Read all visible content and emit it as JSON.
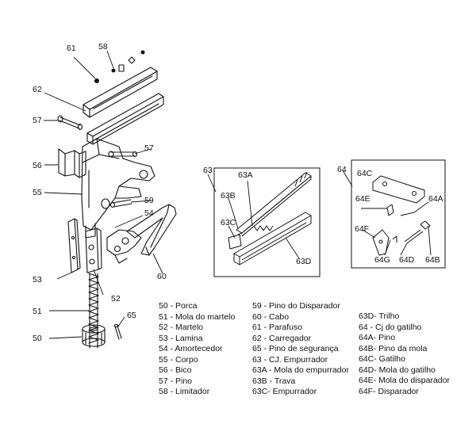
{
  "callouts": {
    "c61": "61",
    "c58": "58",
    "c62": "62",
    "c57a": "57",
    "c57b": "57",
    "c56": "56",
    "c55": "55",
    "c59": "59",
    "c54": "54",
    "c53": "53",
    "c52": "52",
    "c60": "60",
    "c51": "51",
    "c65": "65",
    "c50": "50"
  },
  "inset63": {
    "label": "63",
    "parts": [
      "63A",
      "63B",
      "63C",
      "63D"
    ]
  },
  "inset64": {
    "label": "64",
    "parts": [
      "64C",
      "64E",
      "64A",
      "64F",
      "64G",
      "64D",
      "64B"
    ]
  },
  "legend": {
    "col1": [
      "50 - Porca",
      "51 - Mola do martelo",
      "52 - Martelo",
      "53 - Lamina",
      "54 - Amortecedor",
      "55 - Corpo",
      "56 - Bico",
      "57 - Pino",
      "58 - Limitador"
    ],
    "col2": [
      "59 - Pino do Disparador",
      "60 - Cabo",
      "61 - Parafuso",
      "62 - Carregador",
      "65 - Pino de segurança",
      "63 - CJ. Empurrador",
      "63A - Mola do empurrador",
      "63B - Trava",
      "63C- Empurrador"
    ],
    "col3": [
      "63D- Trilho",
      "64 - Cj do gatilho",
      "64A- Pino",
      "64B- Pino da mola",
      "64C- Gatilho",
      "64D- Mola do gatilho",
      "64E- Mola do disparador",
      "64F- Disparador"
    ]
  }
}
